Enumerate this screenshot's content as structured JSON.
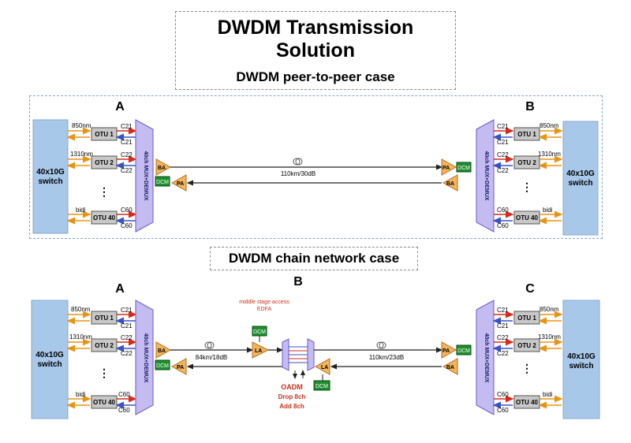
{
  "header": {
    "title": "DWDM Transmission Solution",
    "subtitle": "DWDM peer-to-peer case"
  },
  "chain": {
    "title": "DWDM chain network case"
  },
  "labels": {
    "site_a": "A",
    "site_b": "B",
    "site_c": "C",
    "switch_line1": "40x10G",
    "switch_line2": "switch",
    "mux": "40ch MUX+DEMUX",
    "otu1": "OTU 1",
    "otu2": "OTU 2",
    "otu40": "OTU 40",
    "wl_850": "850nm",
    "wl_1310": "1310nm",
    "wl_bidi": "bidi",
    "c21": "C21",
    "c22": "C22",
    "c60": "C60",
    "ba": "BA",
    "pa": "PA",
    "la": "LA",
    "dcm": "DCM",
    "dots": "⋮"
  },
  "links": {
    "p2p": "110km/30dB",
    "chain_left": "84km/18dB",
    "chain_right": "110km/23dB"
  },
  "middle": {
    "access_line1": "middle stage access",
    "access_line2": "EDFA",
    "oadm_line1": "OADM",
    "oadm_line2": "Drop 8ch",
    "oadm_line3": "Add 8ch"
  },
  "colors": {
    "switch_fill": "#a8c8ea",
    "mux_fill": "#c4bcf0",
    "amp_fill": "#f5b45c",
    "dcm_fill": "#1e8f2e",
    "otu_fill": "#c8c8c8",
    "in_arrow": "#e89412",
    "red_arrow": "#d62a1a",
    "blue_arrow": "#3a52c8",
    "middle_text": "#c8321e"
  }
}
